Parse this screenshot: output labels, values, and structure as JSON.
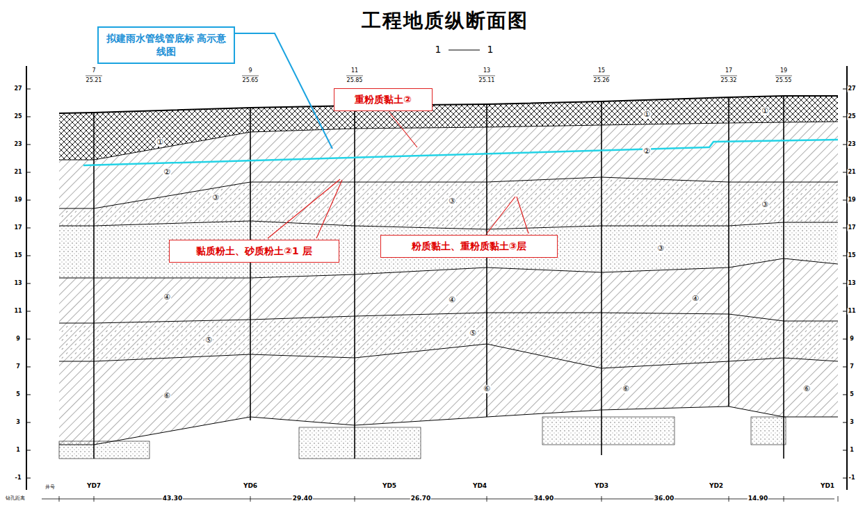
{
  "diagram": {
    "title": "工程地质纵断面图",
    "nodes": [
      {
        "text": [
          "拟建雨水管线管底标 高示意线图"
        ]
      },
      {
        "text": [
          "重粉质黏土②"
        ]
      },
      {
        "text": [
          "黏质粉土、砂质粉土②1 层"
        ]
      },
      {
        "text": [
          "粉质黏土、重粉质黏土③层"
        ]
      }
    ],
    "labels": [
      "1",
      "1",
      "27",
      "25",
      "23",
      "21",
      "19",
      "17",
      "15",
      "13",
      "11",
      "9",
      "7",
      "5",
      "3",
      "1",
      "-1",
      "27",
      "25",
      "23",
      "21",
      "19",
      "17",
      "15",
      "13",
      "11",
      "9",
      "7",
      "5",
      "3",
      "1",
      "-1",
      "7",
      "25.21",
      "9",
      "25.65",
      "11",
      "25.85",
      "13",
      "25.11",
      "15",
      "25.26",
      "17",
      "25.32",
      "19",
      "25.55",
      "YD7",
      "YD6",
      "YD5",
      "YD4",
      "YD3",
      "YD2",
      "YD1",
      "43.30",
      "29.40",
      "26.70",
      "34.90",
      "36.00",
      "14.90",
      "井号",
      "钻孔距离",
      "①",
      "①",
      "①",
      "②",
      "②",
      "③",
      "③",
      "③",
      "③",
      "④",
      "④",
      "④",
      "⑤",
      "⑤",
      "⑥",
      "⑥",
      "⑥",
      "⑥"
    ]
  }
}
